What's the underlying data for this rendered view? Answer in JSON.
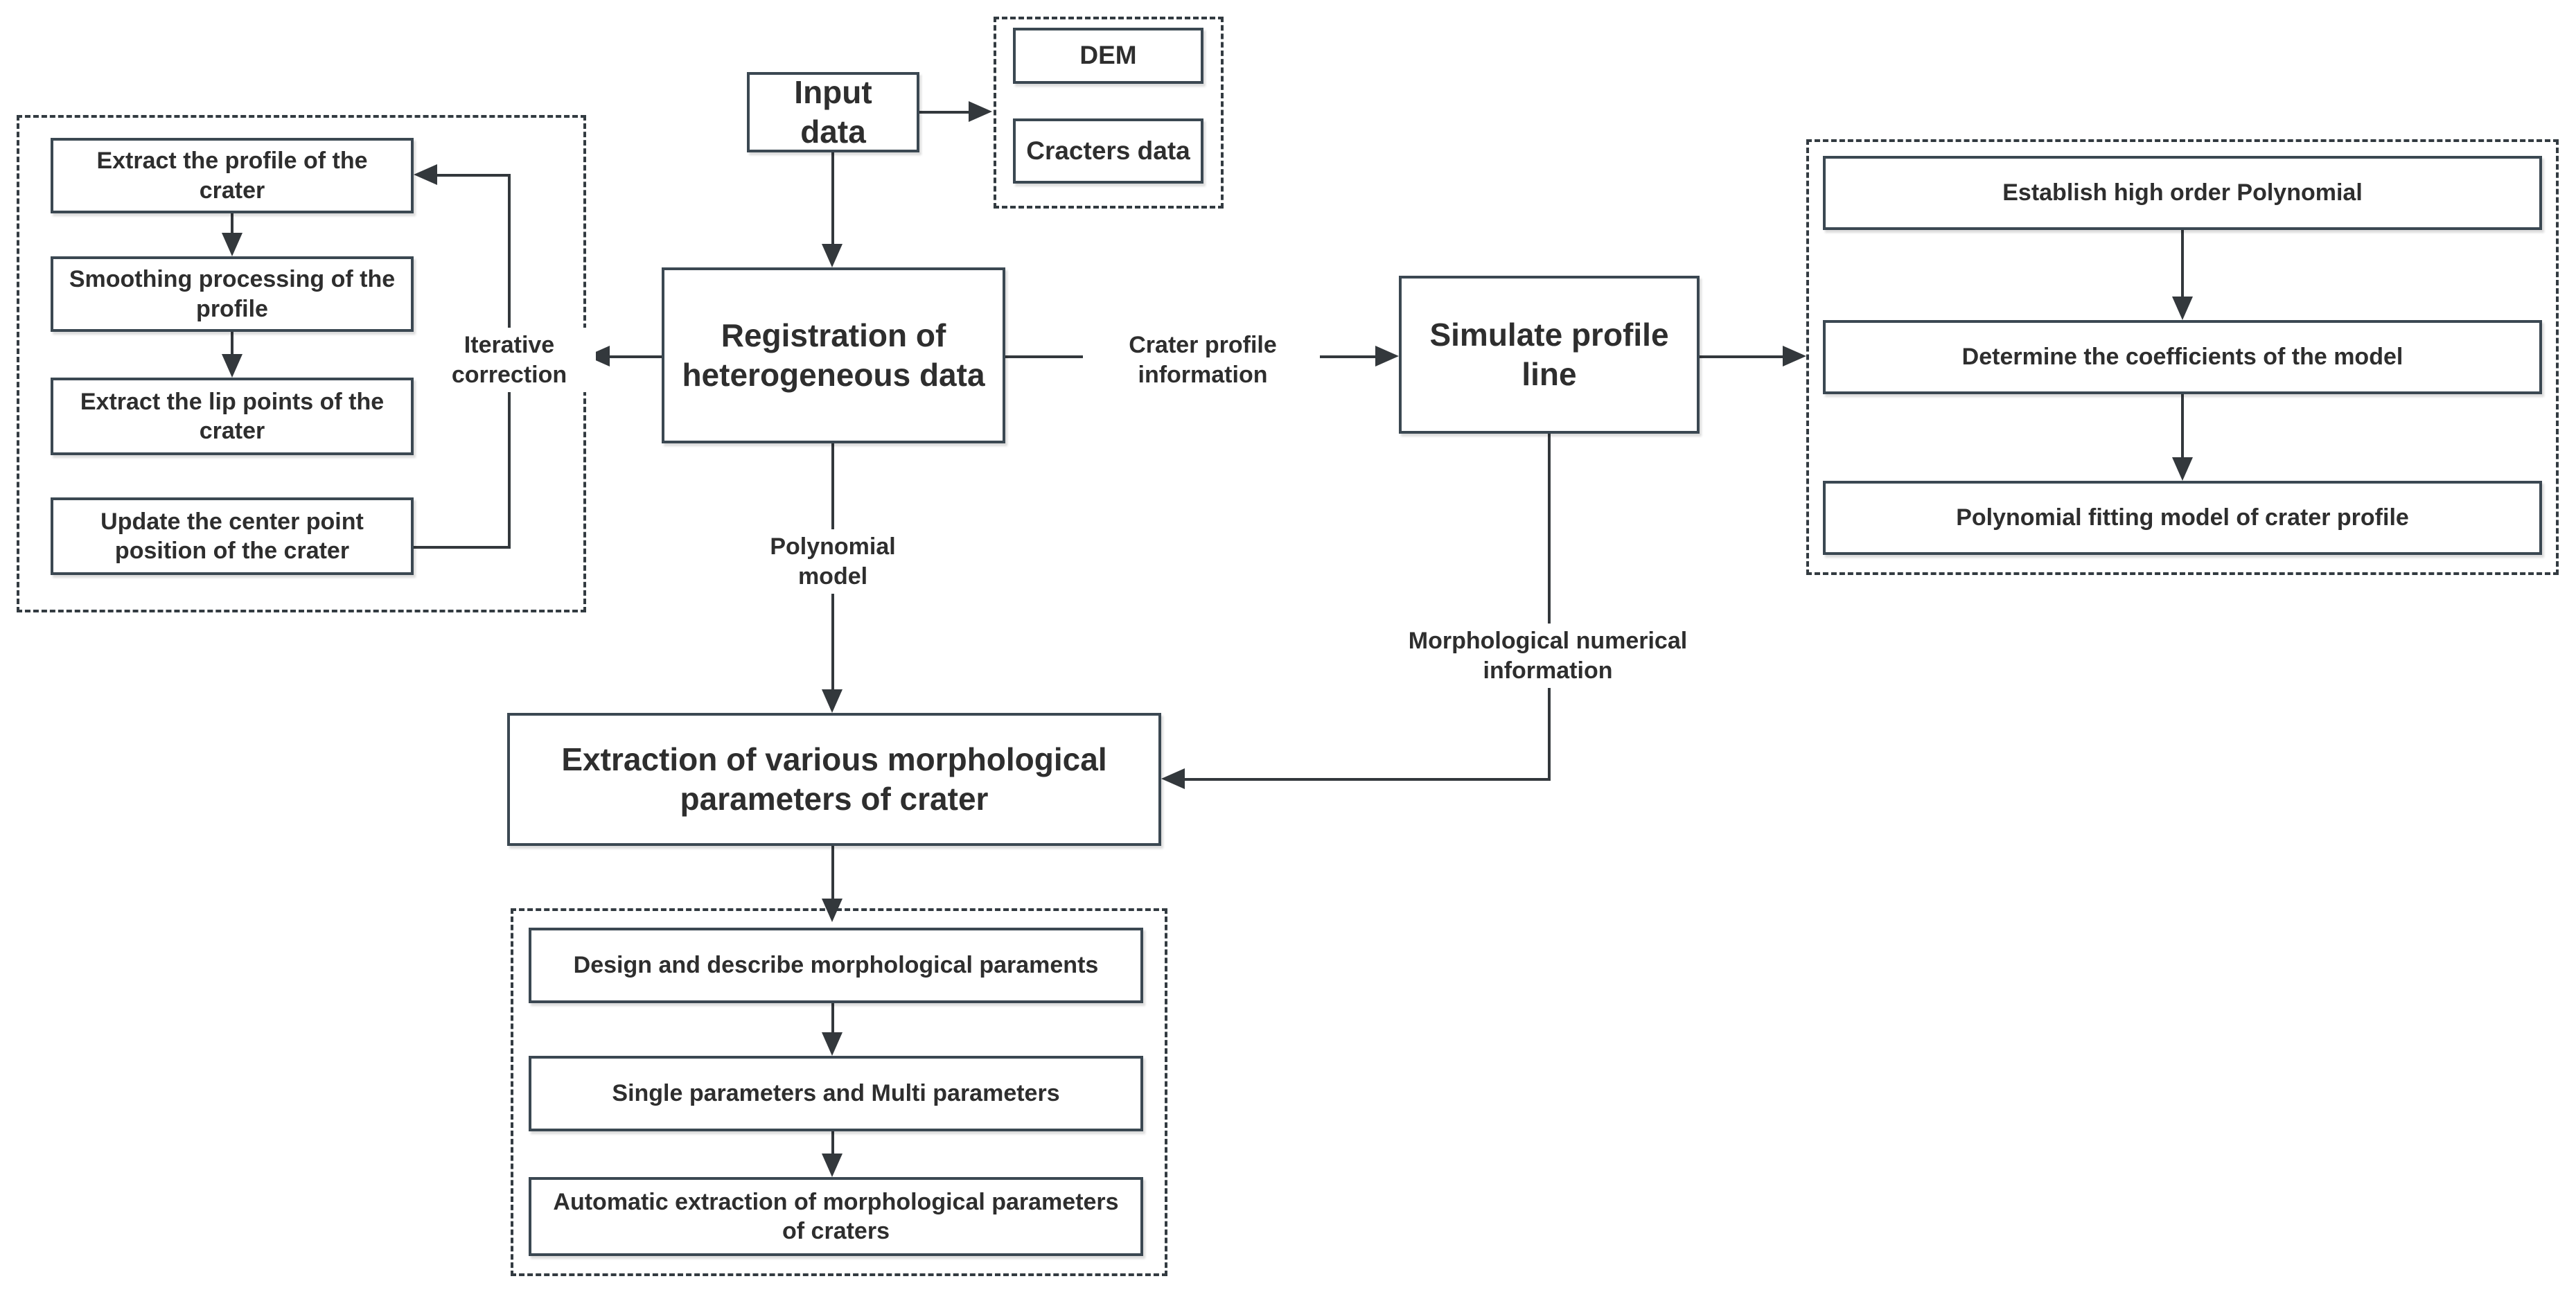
{
  "colors": {
    "box_border": "#3b4852",
    "dashed_border": "#333b41",
    "connector_line": "#33383c",
    "text": "#2e2e2e",
    "background": "#ffffff"
  },
  "flowchart": {
    "input_group": {
      "input_data": "Input data",
      "dem": "DEM",
      "cracters_data": "Cracters data"
    },
    "iterative_group": {
      "extract_profile": "Extract the profile of the crater",
      "smoothing": "Smoothing processing of the profile",
      "extract_lip": "Extract the lip points of the crater",
      "update_center": "Update the center point position of the crater",
      "loop_label": "Iterative correction"
    },
    "center": {
      "registration": "Registration of heterogeneous data",
      "polynomial_model_label": "Polynomial model",
      "extraction": "Extraction of various morphological parameters of crater"
    },
    "profile": {
      "crater_profile_information_label": "Crater profile information",
      "simulate": "Simulate profile line",
      "morphological_label": "Morphological numerical information"
    },
    "polynomial_group": {
      "establish": "Establish high order Polynomial",
      "determine": "Determine the coefficients of the model",
      "fitting": "Polynomial fitting model of crater profile"
    },
    "parameters_group": {
      "design": "Design and describe morphological paraments",
      "single_multi": "Single parameters and Multi parameters",
      "automatic": "Automatic extraction of morphological parameters of craters"
    }
  }
}
